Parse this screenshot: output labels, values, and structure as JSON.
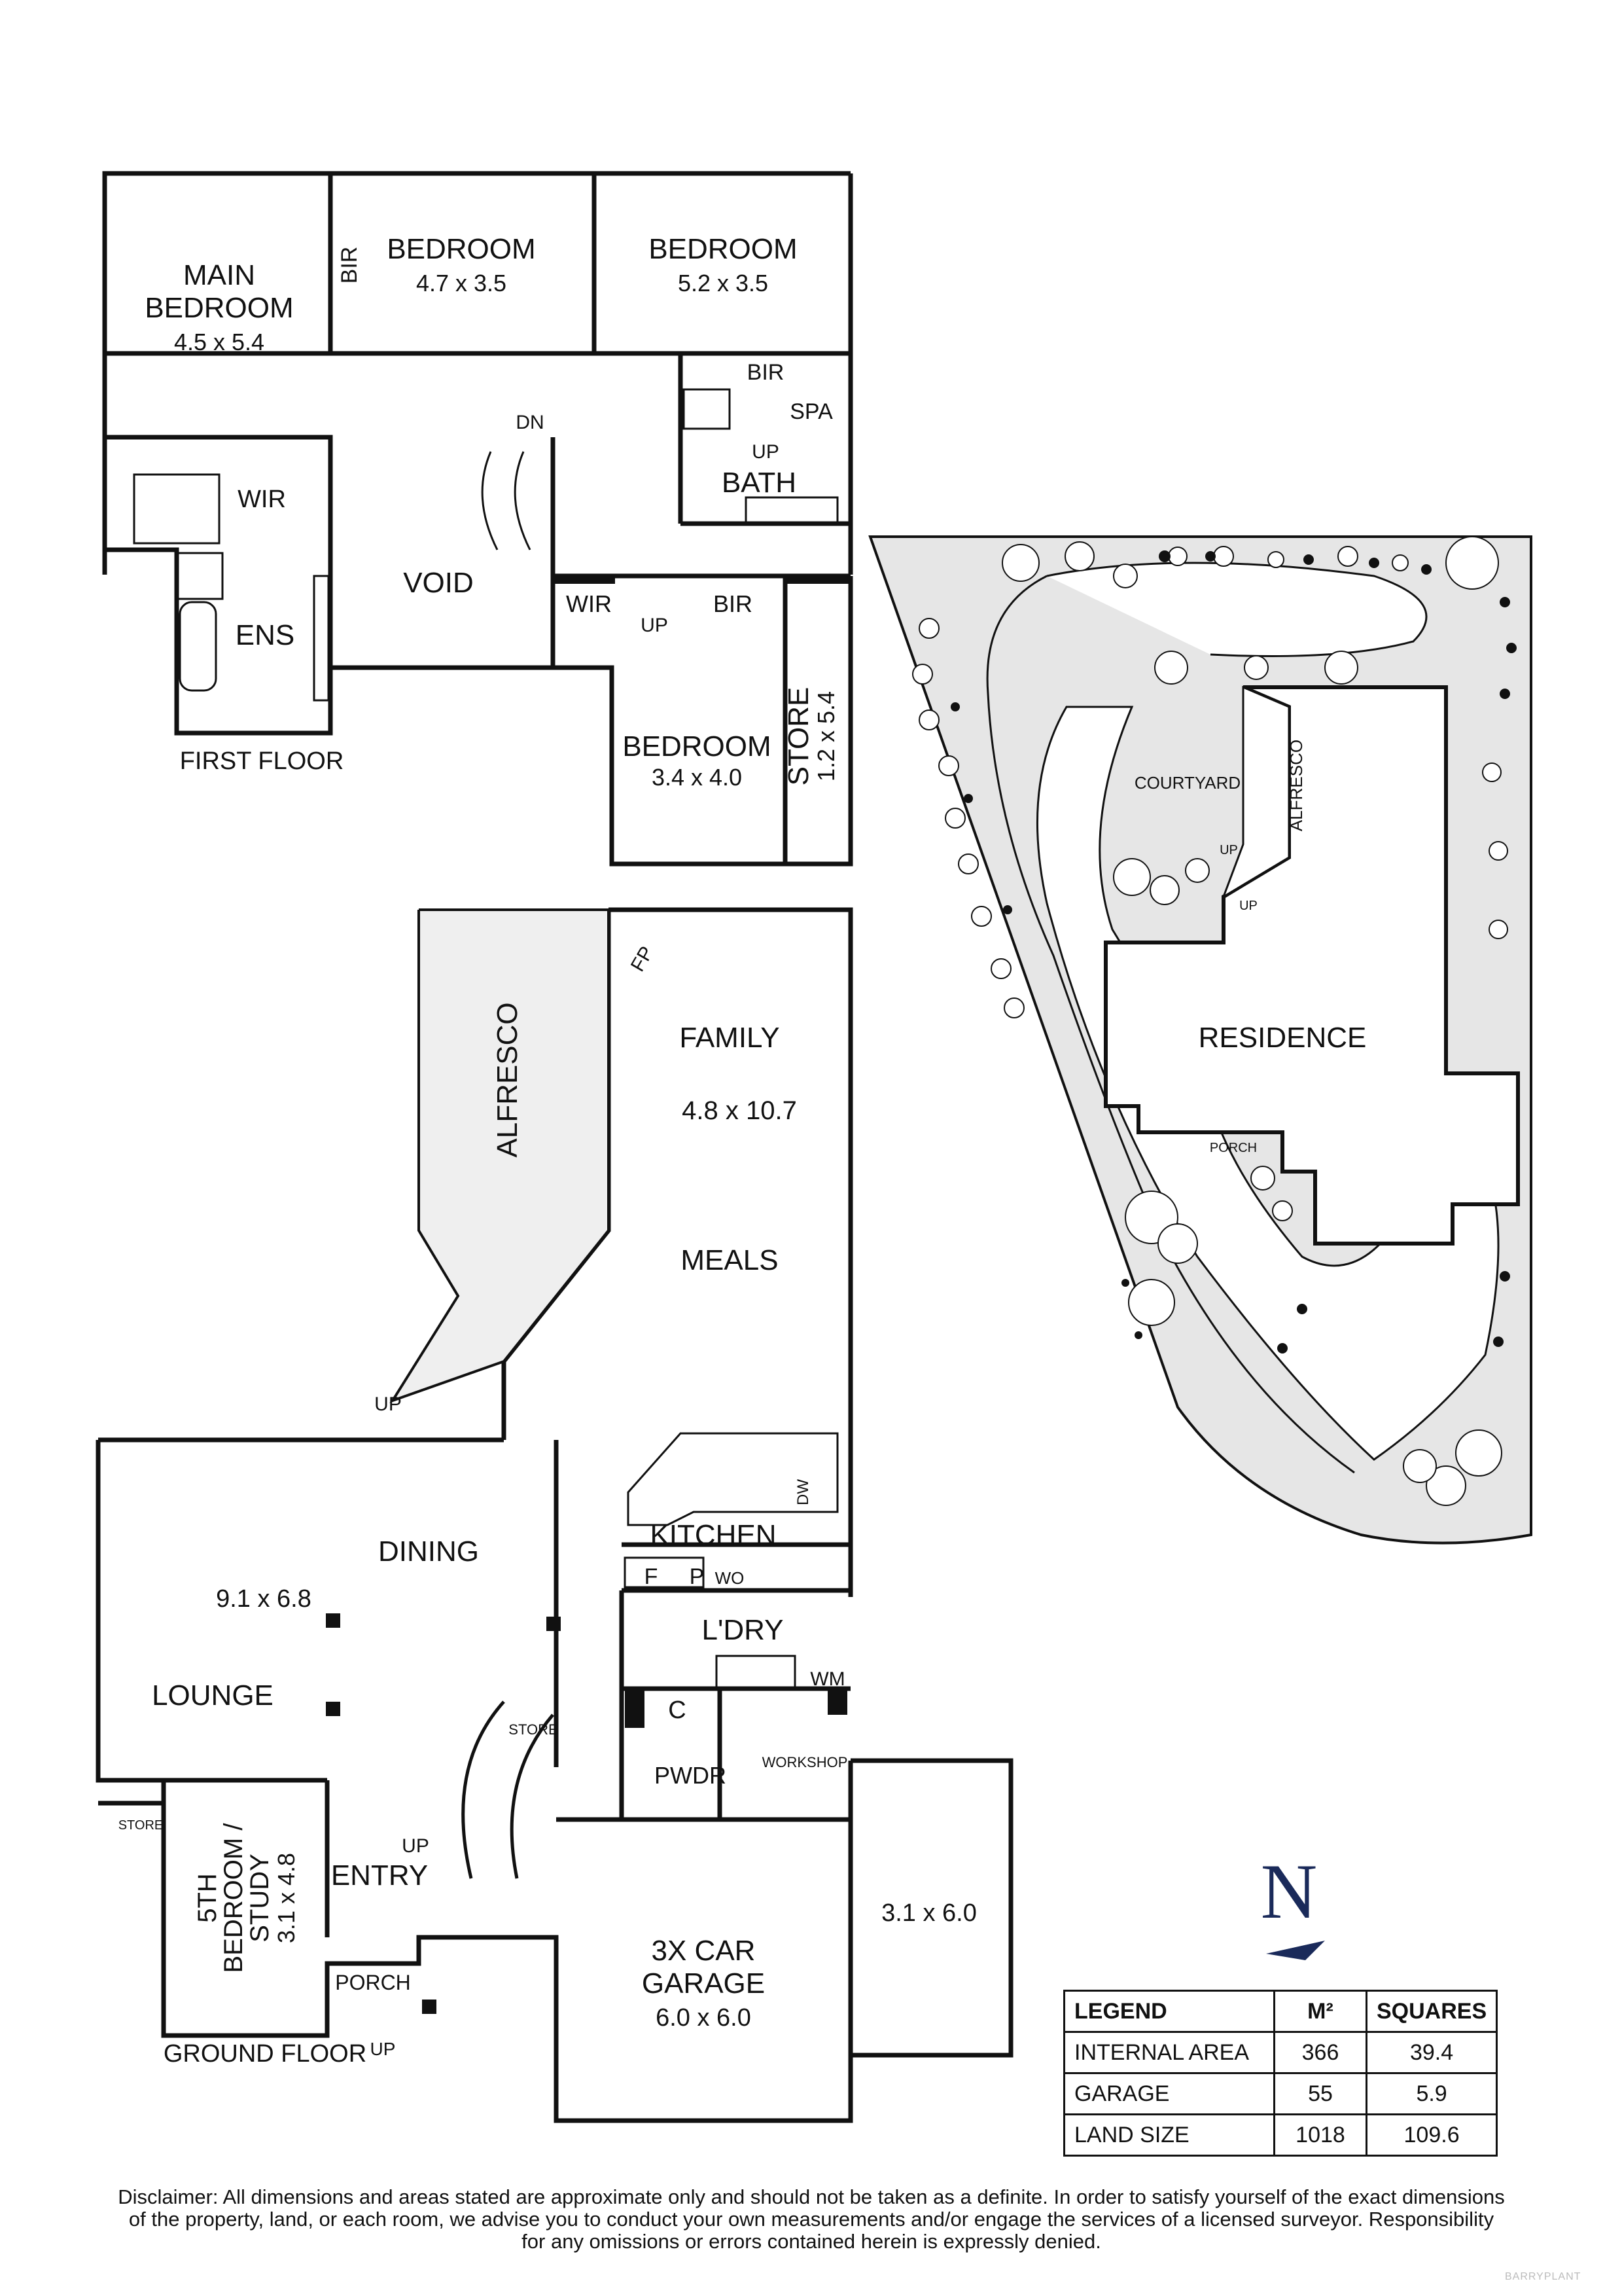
{
  "first_floor": {
    "title": "FIRST FLOOR",
    "rooms": {
      "main_bedroom_line1": "MAIN",
      "main_bedroom_line2": "BEDROOM",
      "main_bedroom_dim": "4.5 x 5.4",
      "bir_main": "BIR",
      "bedroom2": "BEDROOM",
      "bedroom2_dim": "4.7 x 3.5",
      "bedroom3": "BEDROOM",
      "bedroom3_dim": "5.2 x 3.5",
      "bir_bath": "BIR",
      "spa": "SPA",
      "up_bath": "UP",
      "bath": "BATH",
      "dn": "DN",
      "wir": "WIR",
      "void": "VOID",
      "ens": "ENS",
      "wir_bed4": "WIR",
      "up_bed4": "UP",
      "bir_bed4": "BIR",
      "bedroom4": "BEDROOM",
      "bedroom4_dim": "3.4 x 4.0",
      "store": "STORE",
      "store_dim": "1.2 x 5.4"
    }
  },
  "ground_floor": {
    "title": "GROUND FLOOR",
    "rooms": {
      "alfresco": "ALFRESCO",
      "fp": "FP",
      "family": "FAMILY",
      "family_dim": "4.8 x 10.7",
      "meals": "MEALS",
      "up_alfresco": "UP",
      "dining": "DINING",
      "lounge_dim": "9.1 x 6.8",
      "lounge": "LOUNGE",
      "kitchen": "KITCHEN",
      "dw": "DW",
      "f": "F",
      "p": "P",
      "wo": "WO",
      "ldry": "L'DRY",
      "wm": "WM",
      "c": "C",
      "store_stairs": "STORE",
      "workshop": "WORKSHOP",
      "pwdr": "PWDR",
      "store_study": "STORE",
      "study_line1": "5TH",
      "study_line2": "BEDROOM /",
      "study_line3": "STUDY",
      "study_dim": "3.1 x 4.8",
      "up_entry": "UP",
      "entry": "ENTRY",
      "porch": "PORCH",
      "up_porch": "UP",
      "garage_line1": "3X CAR",
      "garage_line2": "GARAGE",
      "garage_dim": "6.0 x 6.0",
      "garage_ext_dim": "3.1 x 6.0"
    }
  },
  "site_plan": {
    "residence": "RESIDENCE",
    "courtyard": "COURTYARD",
    "alfresco": "ALFRESCO",
    "porch": "PORCH",
    "up1": "UP",
    "up2": "UP"
  },
  "compass": {
    "label": "N"
  },
  "legend": {
    "headers": [
      "LEGEND",
      "M²",
      "SQUARES"
    ],
    "rows": [
      {
        "name": "INTERNAL AREA",
        "m2": "366",
        "squares": "39.4"
      },
      {
        "name": "GARAGE",
        "m2": "55",
        "squares": "5.9"
      },
      {
        "name": "LAND SIZE",
        "m2": "1018",
        "squares": "109.6"
      }
    ]
  },
  "disclaimer": {
    "line1": "Disclaimer: All dimensions and areas stated are approximate only and should not be taken as a definite. In order to satisfy yourself of the exact dimensions",
    "line2": "of the property, land, or each room, we advise you to conduct your own measurements and/or engage the services of a licensed surveyor. Responsibility",
    "line3": "for any omissions or errors contained herein is expressly denied."
  },
  "brand": "BARRYPLANT",
  "colors": {
    "wall": "#111111",
    "site_fill": "#e6e6e6",
    "compass": "#1a2a5a"
  }
}
